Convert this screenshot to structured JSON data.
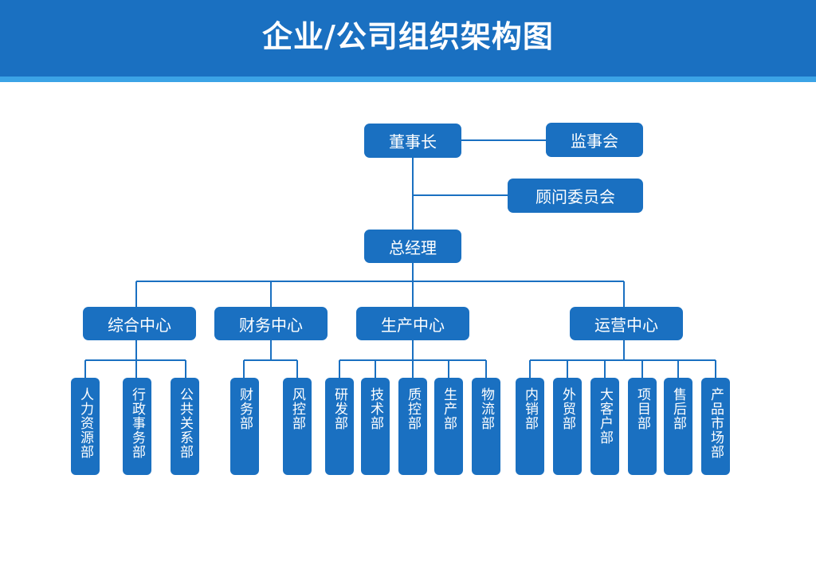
{
  "title": "企业/公司组织架构图",
  "colors": {
    "box": "#1a70c1",
    "header": "#1a70c1",
    "header_accent": "#3ba3e6",
    "line": "#1a70c1"
  },
  "top": {
    "chairman": "董事长",
    "supervisory": "监事会",
    "advisory": "顾问委员会",
    "general_manager": "总经理"
  },
  "centers": [
    {
      "name": "综合中心",
      "departments": [
        "人力资源部",
        "行政事务部",
        "公共关系部"
      ]
    },
    {
      "name": "财务中心",
      "departments": [
        "财务部",
        "风控部"
      ]
    },
    {
      "name": "生产中心",
      "departments": [
        "研发部",
        "技术部",
        "质控部",
        "生产部",
        "物流部"
      ]
    },
    {
      "name": "运营中心",
      "departments": [
        "内销部",
        "外贸部",
        "大客户部",
        "项目部",
        "售后部",
        "产品市场部"
      ]
    }
  ]
}
